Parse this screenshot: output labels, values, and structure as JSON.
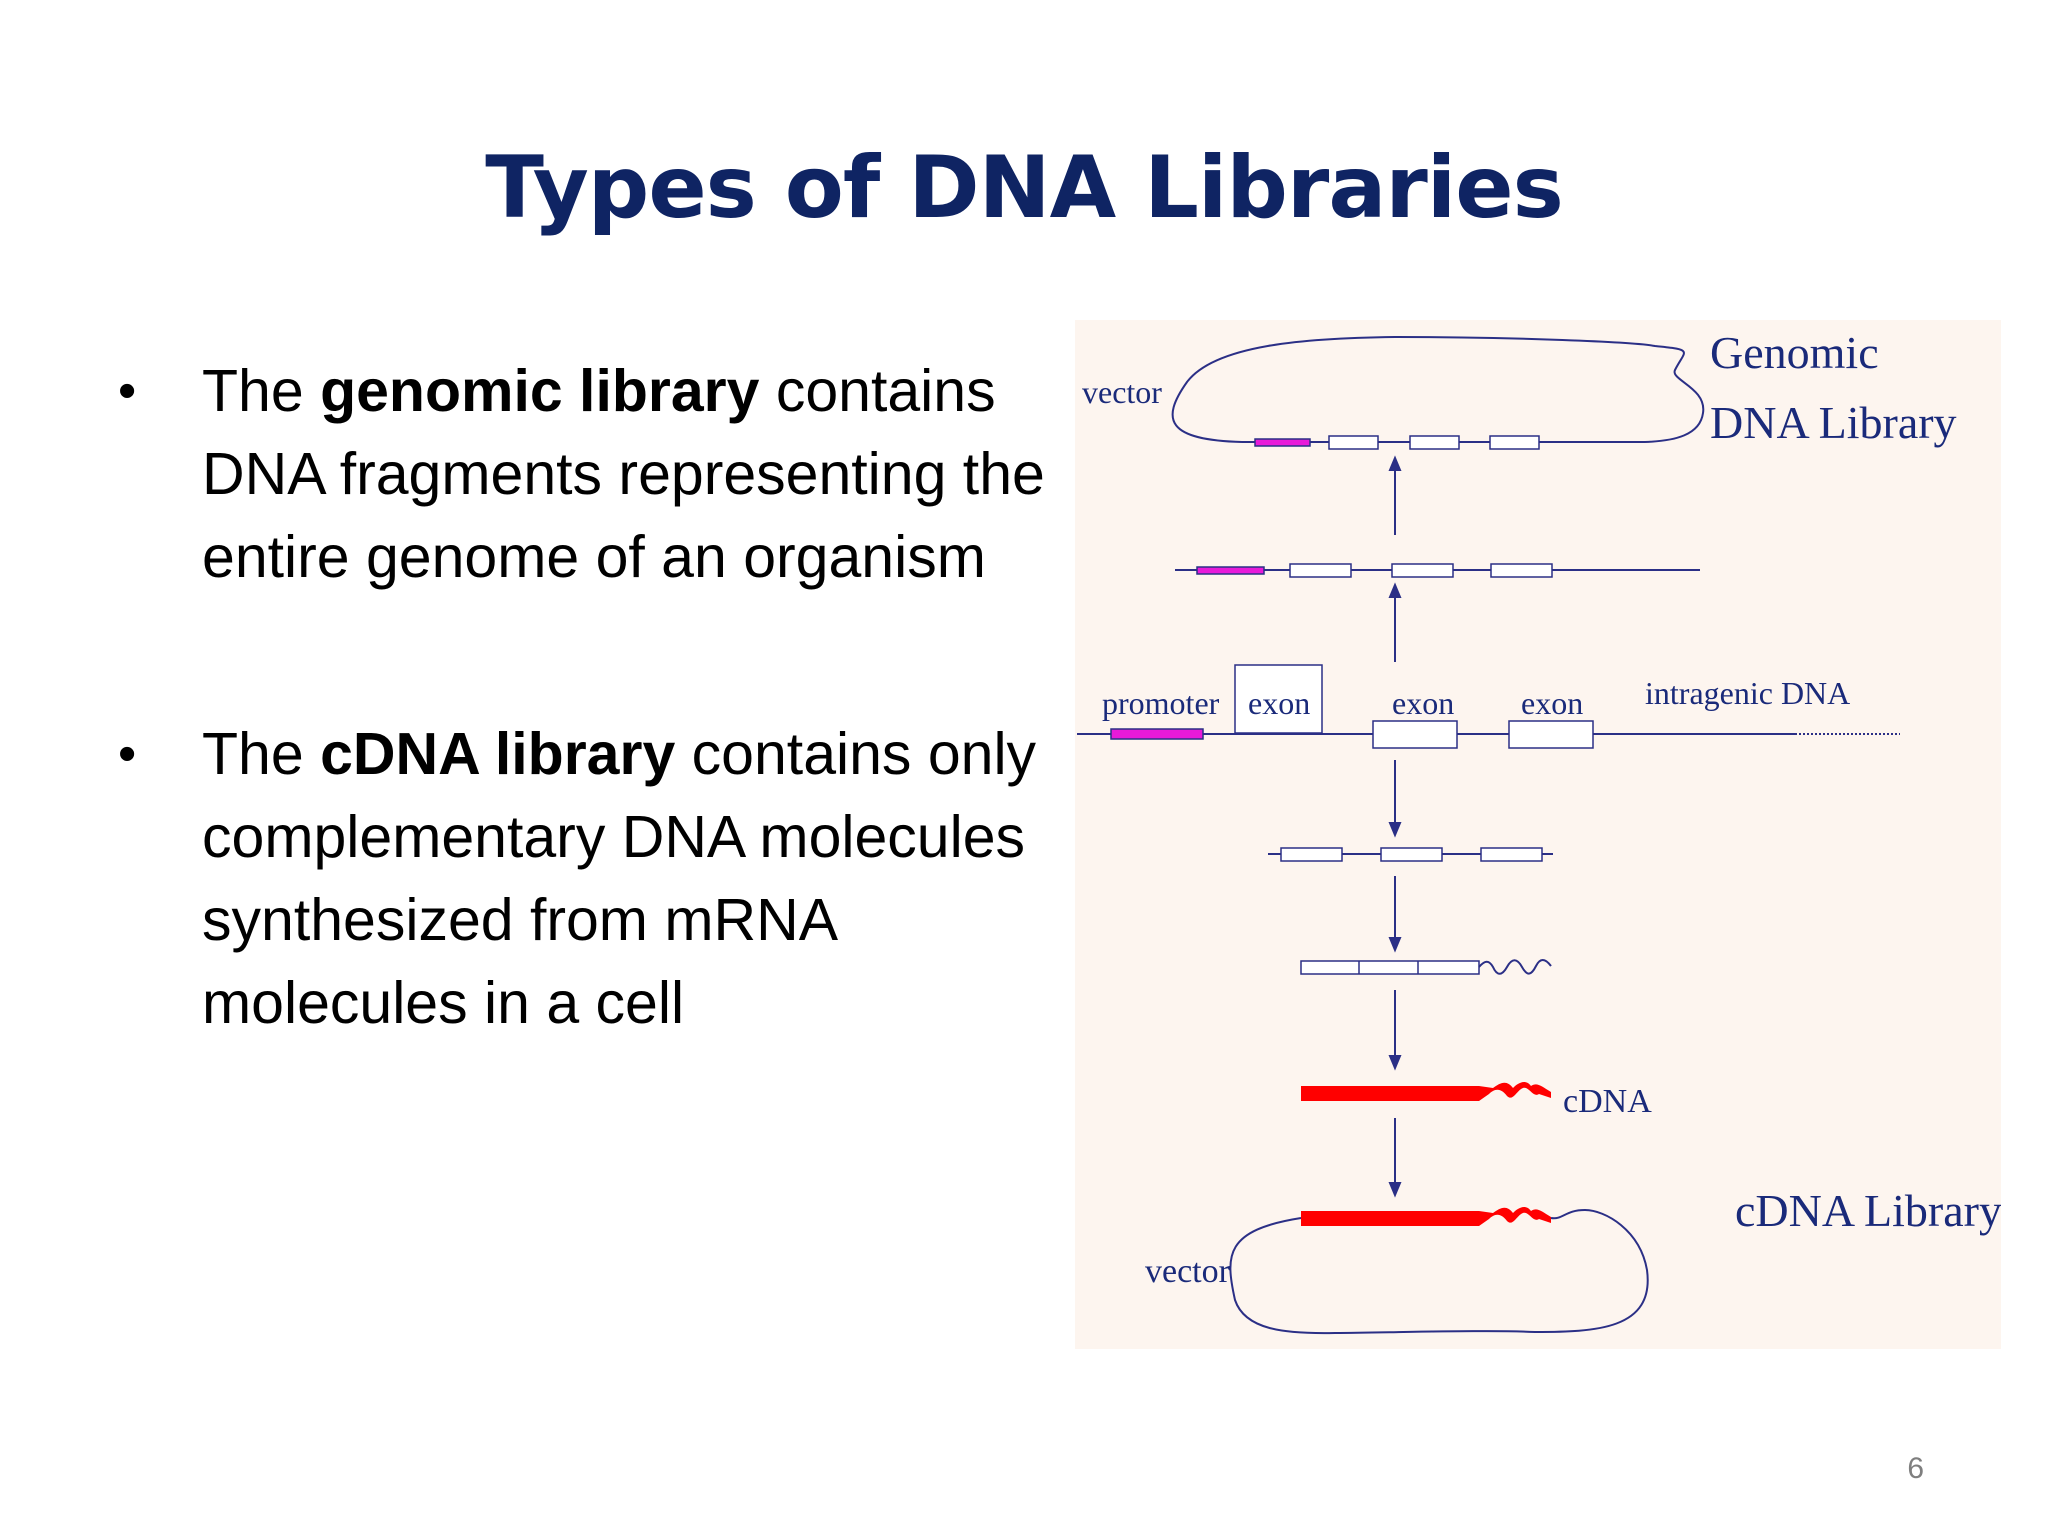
{
  "slide": {
    "title": "Types of DNA Libraries",
    "page_number": "6"
  },
  "bullets": [
    {
      "prefix": "The ",
      "bold": "genomic library",
      "suffix": " contains DNA fragments representing the entire genome of an organism"
    },
    {
      "prefix": "The ",
      "bold": "cDNA library",
      "suffix": " contains only complementary DNA molecules synthesized from mRNA molecules in a cell"
    }
  ],
  "diagram": {
    "label_genomic_line1": "Genomic",
    "label_genomic_line2": "DNA Library",
    "label_vector_top": "vector",
    "label_promoter": "promoter",
    "label_exon_1": "exon",
    "label_exon_2": "exon",
    "label_exon_3": "exon",
    "label_intragenic": "intragenic DNA",
    "label_cdna": "cDNA",
    "label_cdna_library": "cDNA Library",
    "label_vector_bottom": "vector",
    "colors": {
      "background": "#fdf5ef",
      "line": "#2b2f86",
      "promoter": "#e81ad9",
      "cdna": "#ff0000",
      "label": "#1a2a7a",
      "title": "#0f2463"
    }
  }
}
